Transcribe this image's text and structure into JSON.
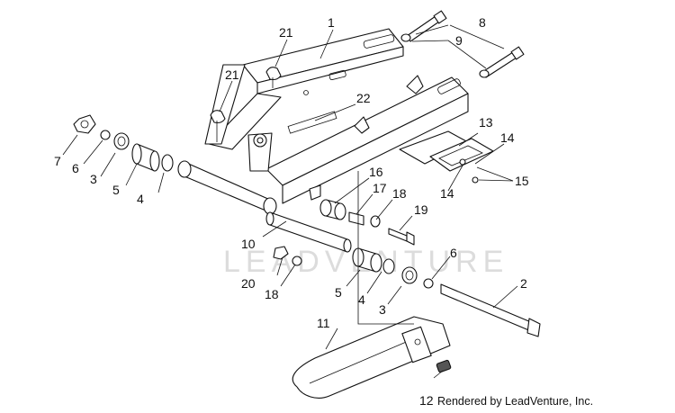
{
  "watermark": "LEADVENTURE",
  "credit": "Rendered by LeadVenture, Inc.",
  "callouts": {
    "c1": "1",
    "c2": "2",
    "c3a": "3",
    "c3b": "3",
    "c4a": "4",
    "c4b": "4",
    "c5a": "5",
    "c5b": "5",
    "c6a": "6",
    "c6b": "6",
    "c7": "7",
    "c8": "8",
    "c9": "9",
    "c10": "10",
    "c11": "11",
    "c12": "12",
    "c13": "13",
    "c14a": "14",
    "c14b": "14",
    "c15": "15",
    "c16": "16",
    "c17": "17",
    "c18a": "18",
    "c18b": "18",
    "c19": "19",
    "c20": "20",
    "c21a": "21",
    "c21b": "21",
    "c22": "22"
  }
}
